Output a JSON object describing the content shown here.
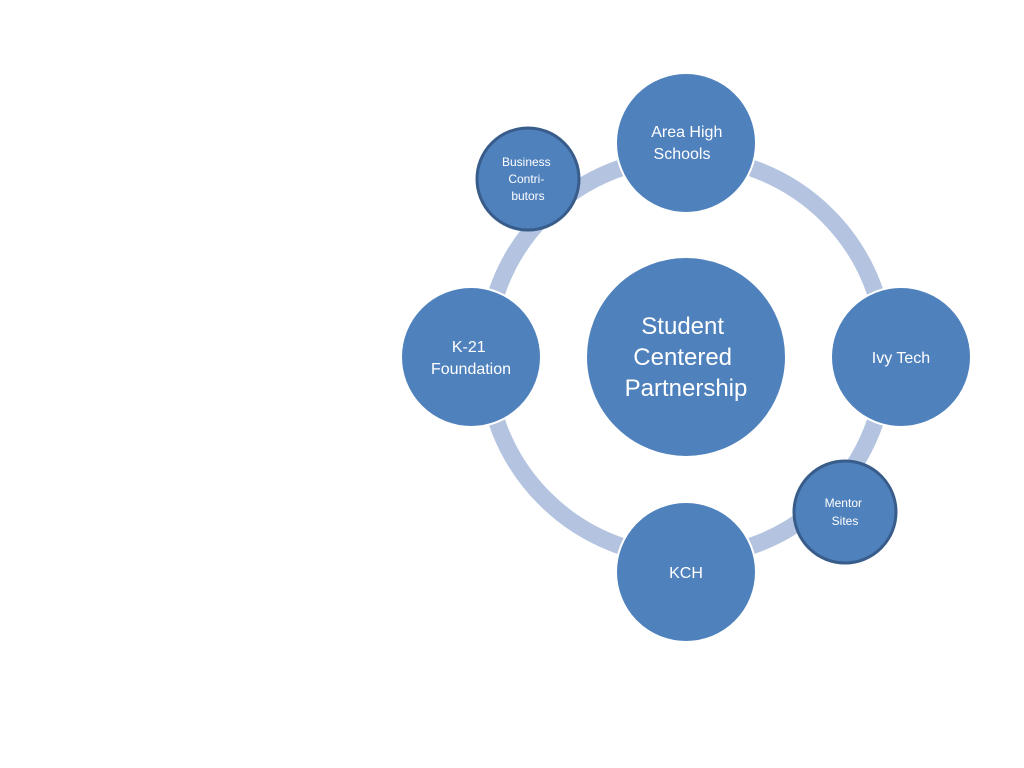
{
  "colors": {
    "ring": "#b4c4e0",
    "node_fill": "#4f81bd",
    "node_stroke": "#ffffff",
    "small_node_stroke": "#385d8a",
    "text": "#ffffff",
    "background": "#ffffff"
  },
  "center": {
    "lines": [
      "Student",
      "Centered",
      "Partnership"
    ]
  },
  "nodes": {
    "area_high_schools": {
      "lines": [
        "Area High",
        "Schools"
      ]
    },
    "ivy_tech": {
      "lines": [
        "Ivy Tech"
      ]
    },
    "kch": {
      "lines": [
        "KCH"
      ]
    },
    "k21_foundation": {
      "lines": [
        "K-21",
        "Foundation"
      ]
    },
    "business_contributors": {
      "lines": [
        "Business",
        "Contri-",
        "butors"
      ]
    },
    "mentor_sites": {
      "lines": [
        "Mentor",
        "Sites"
      ]
    }
  }
}
